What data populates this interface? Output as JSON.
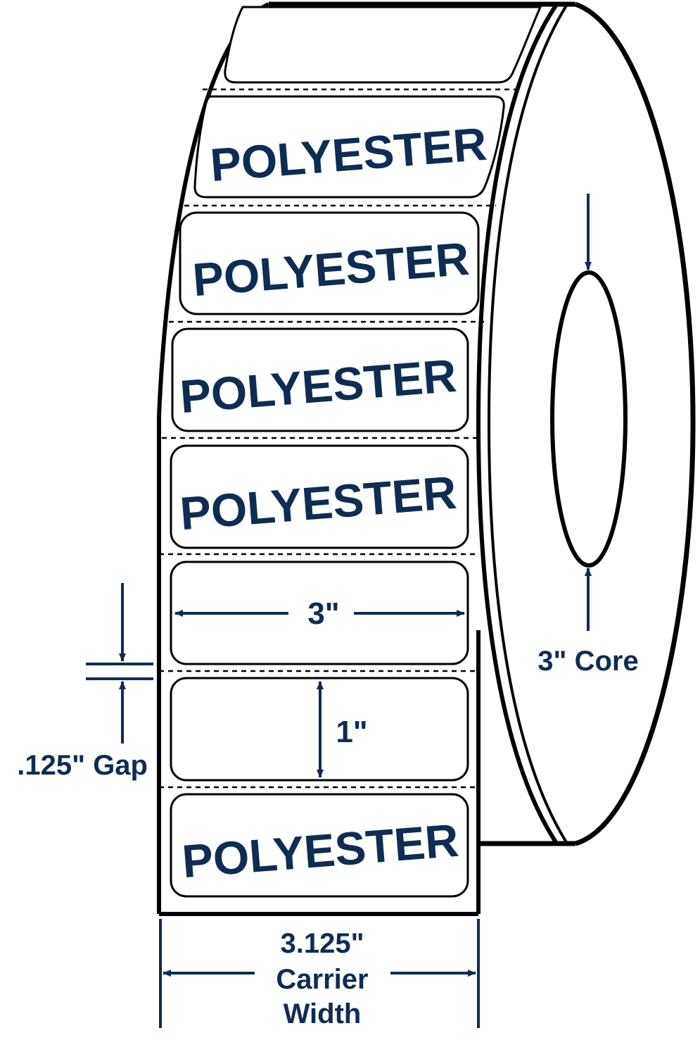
{
  "colors": {
    "outline": "#000000",
    "label_text": "#0f2c52",
    "dimension": "#0f2c52",
    "background": "#ffffff"
  },
  "labels": {
    "text": "POLYESTER"
  },
  "dimensions": {
    "label_width": "3\"",
    "label_height": "1\"",
    "gap": ".125\" Gap",
    "core": "3\" Core",
    "carrier_line1": "3.125\"",
    "carrier_line2": "Carrier",
    "carrier_line3": "Width"
  }
}
